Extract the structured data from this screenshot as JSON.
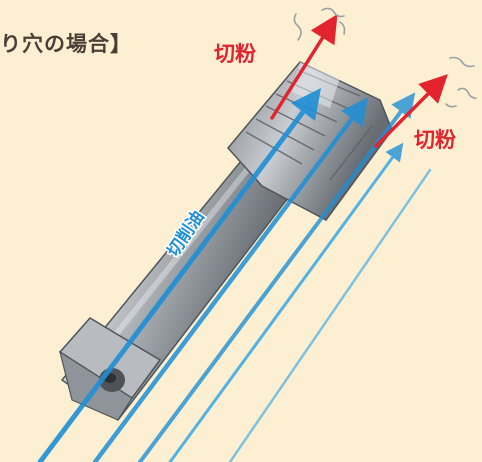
{
  "diagram": {
    "title": "り穴の場合】",
    "chip_label_1": "切粉",
    "chip_label_2": "切粉",
    "oil_label": "切削油"
  },
  "colors": {
    "background": "#fdf0d2",
    "chip_arrow": "#e3232e",
    "oil_arrow": "#1e8fd6",
    "title_text": "#4a4038"
  }
}
